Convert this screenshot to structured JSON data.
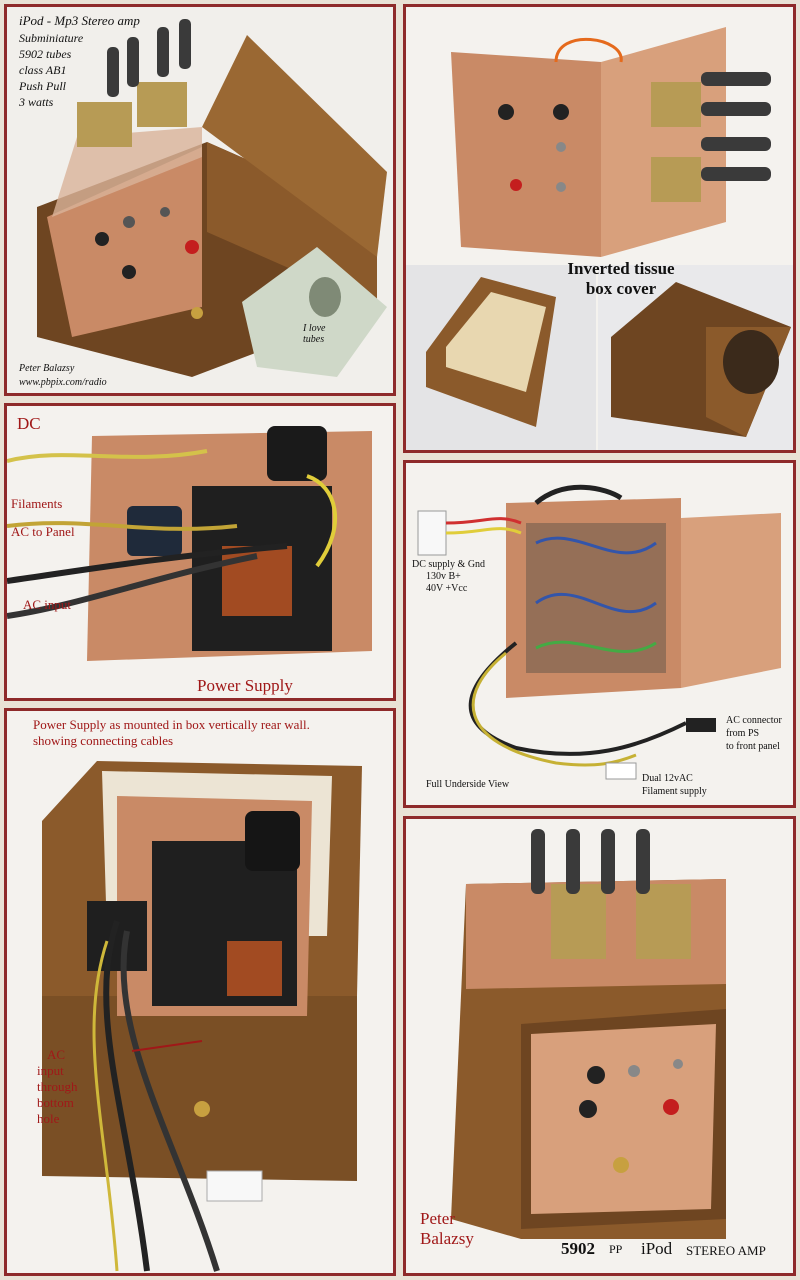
{
  "panel1": {
    "spec_lines": [
      "iPod - Mp3 Stereo amp",
      "Subminiature",
      "5902 tubes",
      "class AB1",
      "Push Pull",
      "3 watts"
    ],
    "author": "Peter Balazsy",
    "url": "www.pbpix.com/radio",
    "bill_text": "I love tubes"
  },
  "panel2": {
    "caption": "Inverted tissue box cover"
  },
  "panel3": {
    "dc": "DC",
    "filaments": "Filaments",
    "ac_to_panel": "AC to Panel",
    "ac_input": "AC input",
    "title": "Power Supply"
  },
  "panel4": {
    "dc_supply_lines": [
      "DC supply & Gnd",
      "130v B+",
      "40V +Vcc"
    ],
    "ac_connector_lines": [
      "AC connector",
      "from PS",
      "to front panel"
    ],
    "full_underside": "Full Underside View",
    "filament_lines": [
      "Dual 12vAC",
      "Filament supply"
    ]
  },
  "panel5": {
    "title_lines": [
      "Power Supply as mounted in box vertically rear wall.",
      "showing connecting cables"
    ],
    "ac_input_lines": [
      "AC",
      "input",
      "through",
      "bottom",
      "hole"
    ]
  },
  "panel6": {
    "author_lines": [
      "Peter",
      "Balazsy"
    ],
    "model": "5902",
    "pp": "PP",
    "ipod": "iPod",
    "stereo_amp": "STEREO AMP"
  },
  "colors": {
    "frame": "#8e2a2a",
    "label_red": "#a01818",
    "copper": "#c98a66",
    "wood": "#7a4f25"
  }
}
